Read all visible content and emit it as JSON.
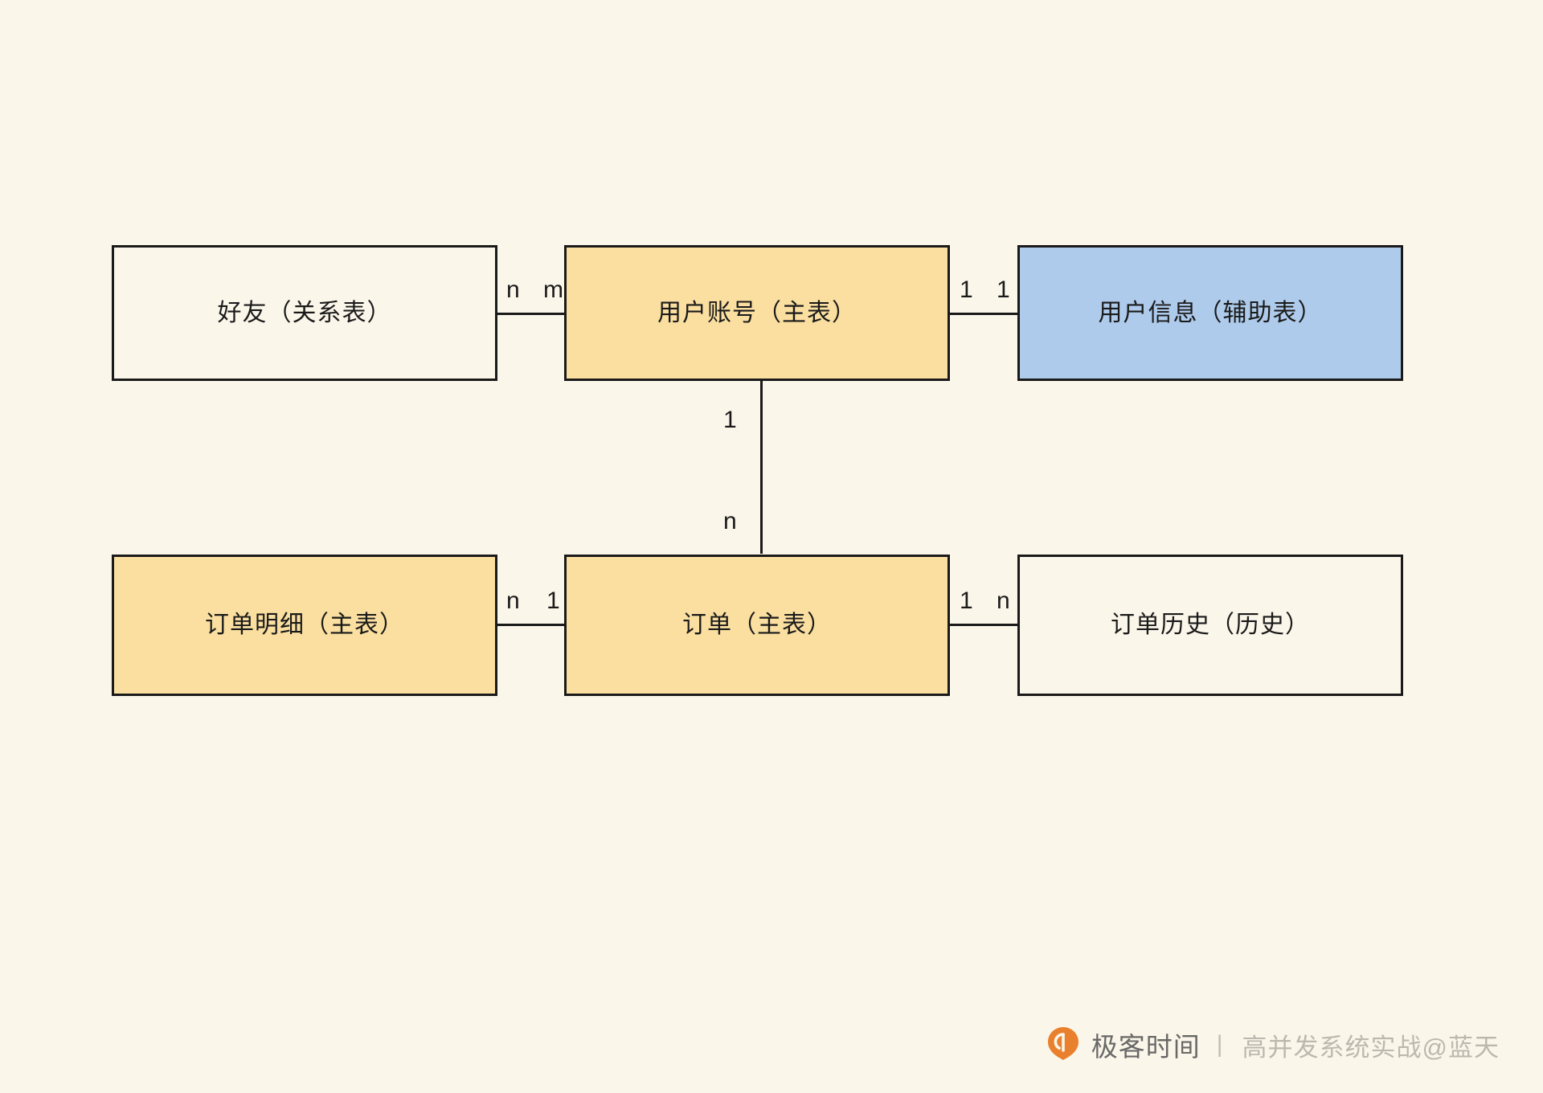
{
  "diagram": {
    "type": "entity-relationship",
    "background_color": "#FBF6EA",
    "fill_colors": {
      "plain": "#FBF6EA",
      "yellow": "#FADFA0",
      "blue": "#AECBEB"
    },
    "entities": [
      {
        "id": "friend",
        "label": "好友（关系表）",
        "fill": "plain",
        "row": "top",
        "col": "left"
      },
      {
        "id": "user-account",
        "label": "用户账号（主表）",
        "fill": "yellow",
        "row": "top",
        "col": "center"
      },
      {
        "id": "user-info",
        "label": "用户信息（辅助表）",
        "fill": "blue",
        "row": "top",
        "col": "right"
      },
      {
        "id": "order-detail",
        "label": "订单明细（主表）",
        "fill": "yellow",
        "row": "bottom",
        "col": "left"
      },
      {
        "id": "order",
        "label": "订单（主表）",
        "fill": "yellow",
        "row": "bottom",
        "col": "center"
      },
      {
        "id": "order-history",
        "label": "订单历史（历史）",
        "fill": "plain",
        "row": "bottom",
        "col": "right"
      }
    ],
    "relationships": [
      {
        "id": "friend-user-account",
        "from": "friend",
        "to": "user-account",
        "from_cardinality": "n",
        "to_cardinality": "m",
        "orientation": "horizontal"
      },
      {
        "id": "user-account-user-info",
        "from": "user-account",
        "to": "user-info",
        "from_cardinality": "1",
        "to_cardinality": "1",
        "orientation": "horizontal"
      },
      {
        "id": "user-account-order",
        "from": "user-account",
        "to": "order",
        "from_cardinality": "1",
        "to_cardinality": "n",
        "orientation": "vertical"
      },
      {
        "id": "order-detail-order",
        "from": "order-detail",
        "to": "order",
        "from_cardinality": "n",
        "to_cardinality": "1",
        "orientation": "horizontal"
      },
      {
        "id": "order-order-history",
        "from": "order",
        "to": "order-history",
        "from_cardinality": "1",
        "to_cardinality": "n",
        "orientation": "horizontal"
      }
    ]
  },
  "watermark": {
    "logo_icon": "geekbang-pin-logo-icon",
    "logo_color": "#E8761E",
    "brand": "极客时间",
    "separator": "|",
    "course": "高并发系统实战@蓝天"
  }
}
